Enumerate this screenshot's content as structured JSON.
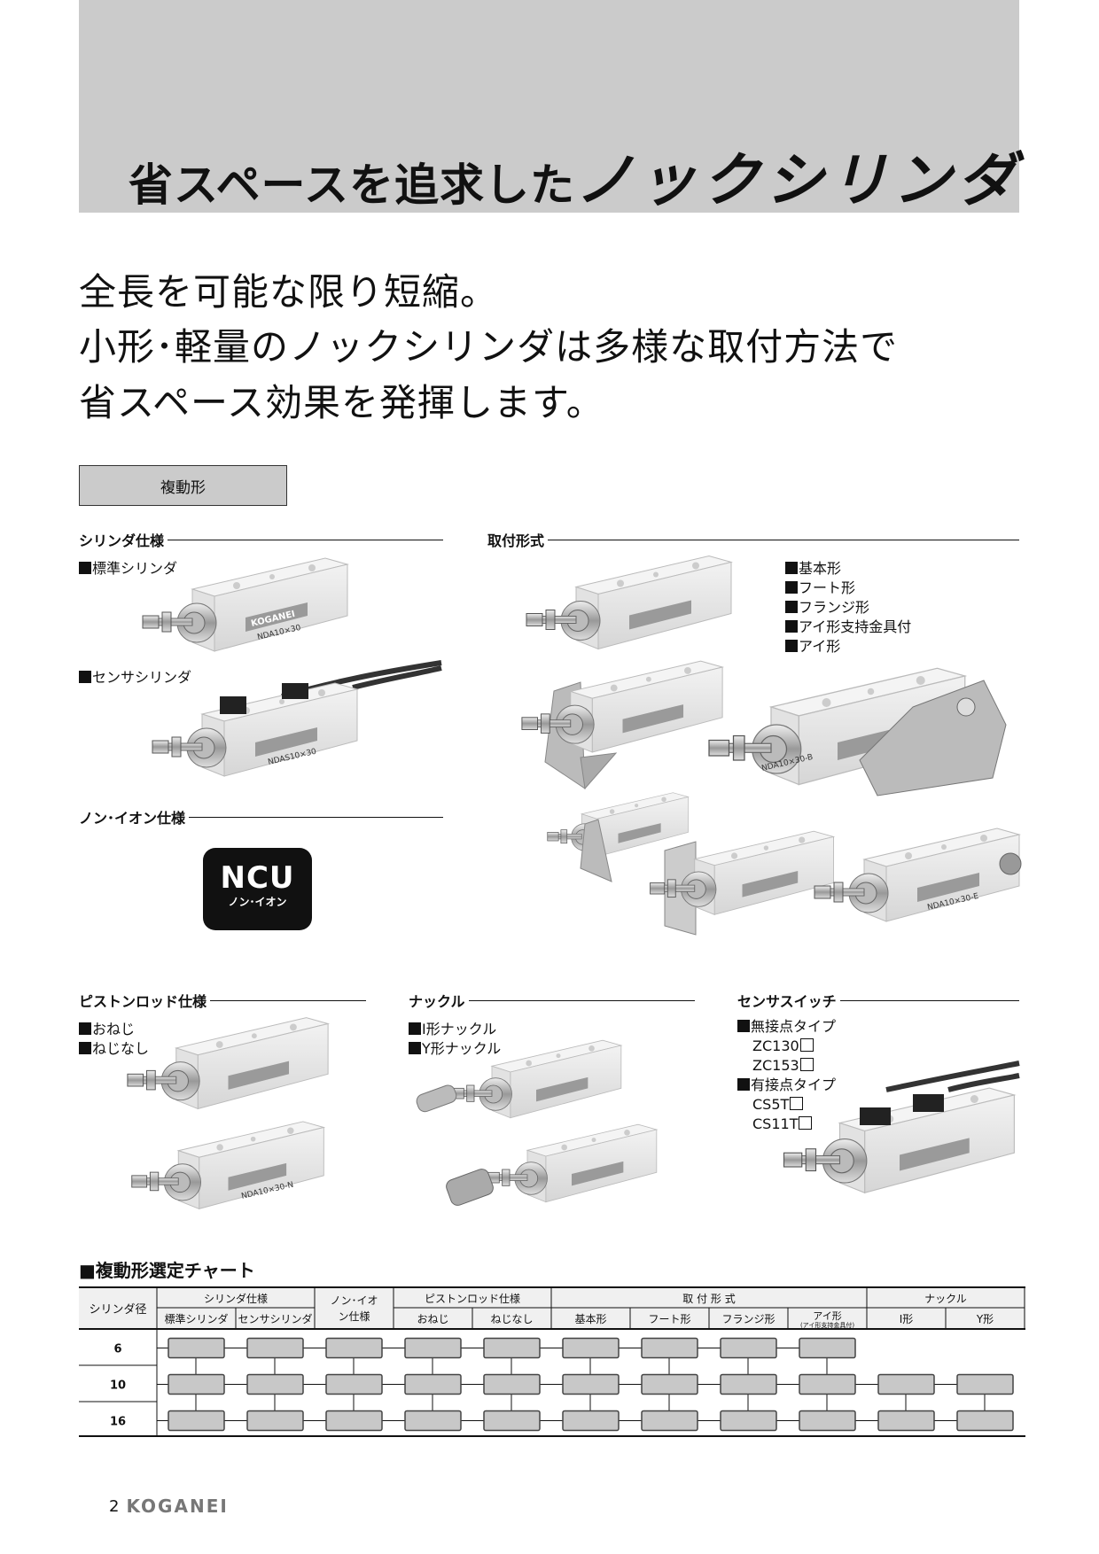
{
  "header": {
    "title_prefix": "省スペースを追求した",
    "title_main": "ノックシリンダ"
  },
  "lead": [
    "全長を可能な限り短縮。",
    "小形･軽量のノックシリンダは多様な取付方法で",
    "省スペース効果を発揮します。"
  ],
  "type_label": "複動形",
  "sections": {
    "cylinder_spec": {
      "title": "シリンダ仕様",
      "items": [
        "標準シリンダ",
        "センサシリンダ"
      ]
    },
    "non_ion": {
      "title": "ノン･イオン仕様",
      "logo_main": "NCU",
      "logo_sub": "ノン･イオン"
    },
    "mounting": {
      "title": "取付形式",
      "items": [
        "基本形",
        "フート形",
        "フランジ形",
        "アイ形支持金具付",
        "アイ形"
      ]
    },
    "piston_rod": {
      "title": "ピストンロッド仕様",
      "items": [
        "おねじ",
        "ねじなし"
      ]
    },
    "knuckle": {
      "title": "ナックル",
      "items": [
        "I形ナックル",
        "Y形ナックル"
      ]
    },
    "sensor_switch": {
      "title": "センサスイッチ",
      "groups": [
        {
          "label": "無接点タイプ",
          "models": [
            "ZC130",
            "ZC153"
          ]
        },
        {
          "label": "有接点タイプ",
          "models": [
            "CS5T",
            "CS11T"
          ]
        }
      ]
    }
  },
  "product_labels": {
    "brand": "KOGANEI",
    "basic": "NDA10×30",
    "sensor": "NDAS10×30",
    "eye": "NDA10×30-B",
    "eye2": "NDA10×30-E",
    "plain": "NDA10×30-N"
  },
  "chart": {
    "title": "■複動形選定チャート",
    "bore_header": "シリンダ径",
    "groups": [
      {
        "label": "シリンダ仕様",
        "cols": [
          "標準シリンダ",
          "センサシリンダ"
        ]
      },
      {
        "label": "ノン･イオン仕様",
        "cols": [
          ""
        ]
      },
      {
        "label": "ピストンロッド仕様",
        "cols": [
          "おねじ",
          "ねじなし"
        ]
      },
      {
        "label": "取 付 形 式",
        "cols": [
          "基本形",
          "フート形",
          "フランジ形",
          "アイ形(アイ形支持金具付)"
        ]
      },
      {
        "label": "ナックル",
        "cols": [
          "I形",
          "Y形"
        ]
      }
    ],
    "rows": [
      {
        "bore": "6",
        "available": [
          1,
          1,
          1,
          1,
          1,
          1,
          1,
          1,
          1,
          0,
          0
        ]
      },
      {
        "bore": "10",
        "available": [
          1,
          1,
          1,
          1,
          1,
          1,
          1,
          1,
          1,
          1,
          1
        ]
      },
      {
        "bore": "16",
        "available": [
          1,
          1,
          1,
          1,
          1,
          1,
          1,
          1,
          1,
          1,
          1
        ]
      }
    ]
  },
  "footer": {
    "page": "2",
    "brand": "KOGANEI"
  },
  "colors": {
    "gray": "#cbcbcb",
    "node": "#c8c8c8"
  }
}
